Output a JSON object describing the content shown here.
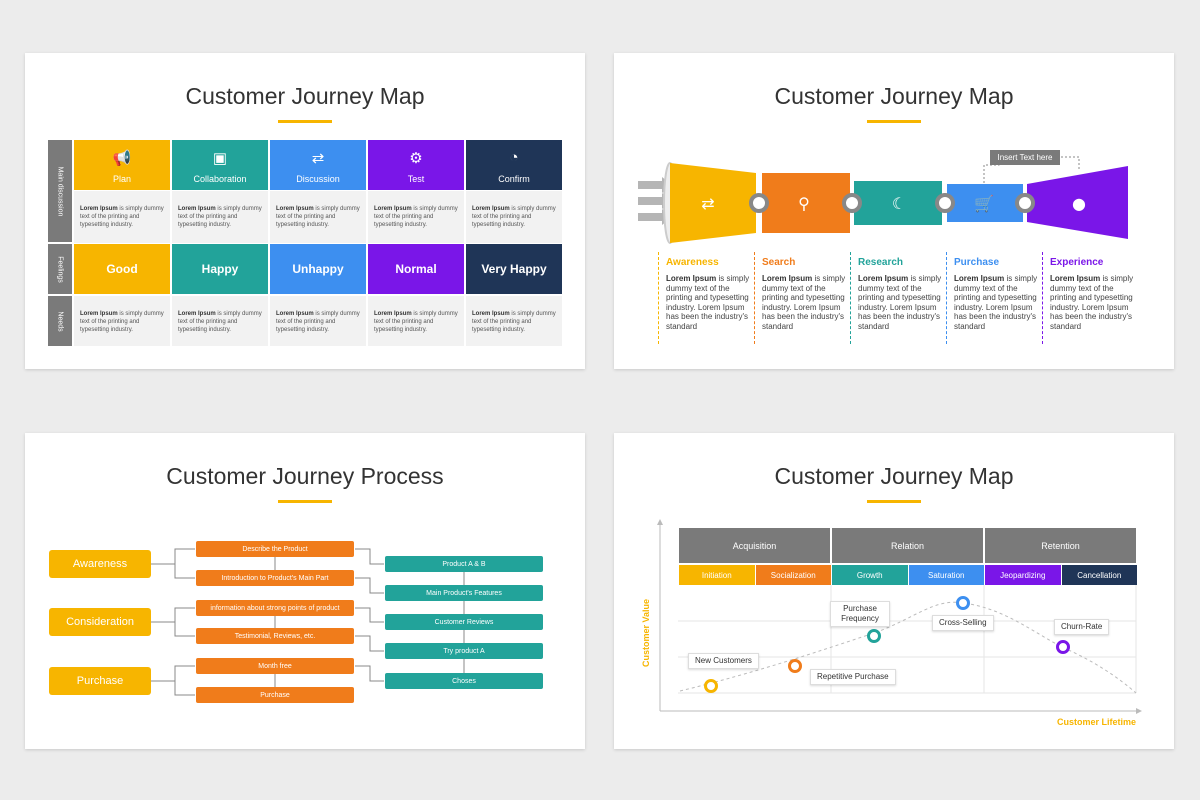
{
  "slides": [
    {
      "title": "Customer Journey Map"
    },
    {
      "title": "Customer Journey Map"
    },
    {
      "title": "Customer Journey Process"
    },
    {
      "title": "Customer Journey Map"
    }
  ],
  "s1": {
    "side_labels": [
      "Main discussion",
      "Feelings",
      "Needs"
    ],
    "columns": [
      {
        "label": "Plan",
        "icon": "megaphone-icon",
        "color": "#f7b500",
        "feeling": "Good"
      },
      {
        "label": "Collaboration",
        "icon": "presentation-icon",
        "color": "#22a39a",
        "feeling": "Happy"
      },
      {
        "label": "Discussion",
        "icon": "shuffle-icon",
        "color": "#3d8ff0",
        "feeling": "Unhappy"
      },
      {
        "label": "Test",
        "icon": "gear-icon",
        "color": "#7a16e8",
        "feeling": "Normal"
      },
      {
        "label": "Confirm",
        "icon": "pie-chart-icon",
        "color": "#1f3557",
        "feeling": "Very Happy"
      }
    ],
    "text_bold": "Lorem Ipsum",
    "text_rest": " is simply dummy text of the printing and typesetting industry."
  },
  "s2": {
    "callout": "Insert Text here",
    "stages": [
      {
        "label": "Awareness",
        "color": "#f7b500",
        "icon": "shuffle-icon"
      },
      {
        "label": "Search",
        "color": "#f07c1b",
        "icon": "search-icon"
      },
      {
        "label": "Research",
        "color": "#22a39a",
        "icon": "moon-icon"
      },
      {
        "label": "Purchase",
        "color": "#3d8ff0",
        "icon": "cart-icon"
      },
      {
        "label": "Experience",
        "color": "#7a16e8",
        "icon": "apple-icon"
      }
    ],
    "text_bold": "Lorem Ipsum",
    "text_rest": " is simply dummy text of the printing and typesetting industry. Lorem Ipsum has been the industry's standard"
  },
  "s3": {
    "left": [
      "Awareness",
      "Consideration",
      "Purchase"
    ],
    "middle": [
      "Describe the Product",
      "Introduction to Product's Main Part",
      "information about strong points of product",
      "Testimonial, Reviews, etc.",
      "Month free",
      "Purchase"
    ],
    "right": [
      "Product A & B",
      "Main Product's Features",
      "Customer Reviews",
      "Try product A",
      "Choses"
    ]
  },
  "s4": {
    "phases": [
      "Acquisition",
      "Relation",
      "Retention"
    ],
    "stages": [
      {
        "label": "Initiation",
        "color": "#f7b500"
      },
      {
        "label": "Socialization",
        "color": "#f07c1b"
      },
      {
        "label": "Growth",
        "color": "#22a39a"
      },
      {
        "label": "Saturation",
        "color": "#3d8ff0"
      },
      {
        "label": "Jeopardizing",
        "color": "#7a16e8"
      },
      {
        "label": "Cancellation",
        "color": "#1f3557"
      }
    ],
    "ylabel": "Customer Value",
    "xlabel": "Customer Lifetime",
    "points": [
      {
        "label": "New Customers",
        "color": "#f7b500"
      },
      {
        "label": "Repetitive Purchase",
        "color": "#f07c1b"
      },
      {
        "label": "Purchase Frequency",
        "color": "#22a39a"
      },
      {
        "label": "Cross-Selling",
        "color": "#3d8ff0"
      },
      {
        "label": "Churn-Rate",
        "color": "#7a16e8"
      }
    ]
  }
}
